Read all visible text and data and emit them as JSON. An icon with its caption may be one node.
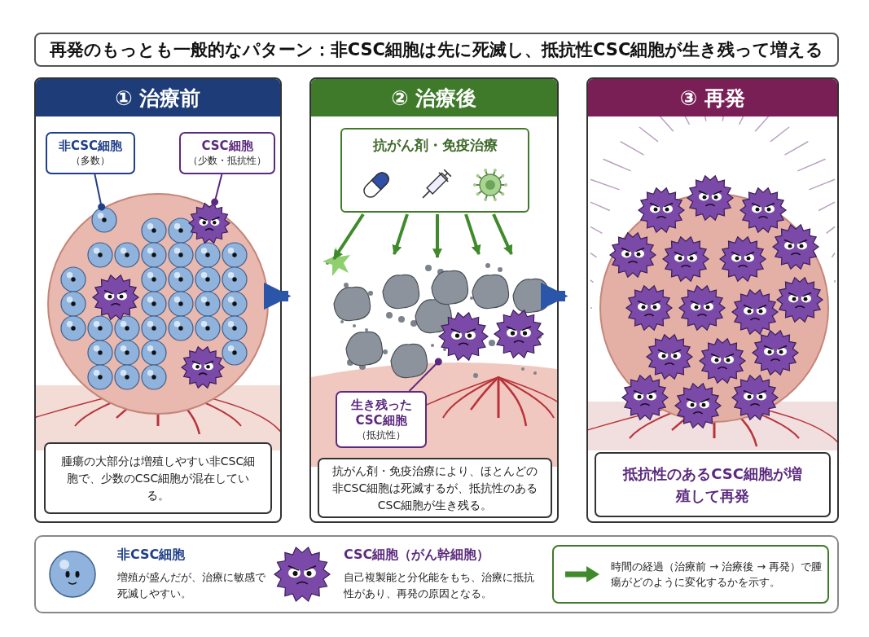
{
  "diagram": {
    "title": "再発のもっとも一般的なパターン：**非CSC細胞**は先に死滅し、**抵抗性CSC細胞**が生き残って増える",
    "nodes": [
      {
        "text": [
          "① 治療前"
        ]
      },
      {
        "text": [
          "非CSC細胞",
          "（多数）"
        ],
        "in": 0
      },
      {
        "text": [
          "CSC細胞",
          "（少数・抵抗性）"
        ],
        "in": 0
      },
      {
        "text": [],
        "shape": "picture",
        "in": 0
      },
      {
        "text": [],
        "shape": "picture",
        "in": 0
      },
      {
        "text": [
          "腫瘍の大部分は増殖しやすい非CSC細胞で、少数のCSC細胞が混在している。"
        ],
        "in": 0
      },
      {
        "text": [
          "② 治療後"
        ]
      },
      {
        "text": [
          "抗がん剤・免疫治療"
        ],
        "in": 6
      },
      {
        "text": [
          "生き残ったCSC細胞",
          "（抵抗性）"
        ],
        "in": 6
      },
      {
        "text": [],
        "shape": "picture",
        "in": 6
      },
      {
        "text": [
          "抗がん剤・免疫治療により、ほとんどの非CSC細胞は死滅するが、抵抗性のあるCSC細胞が生き残る。"
        ],
        "in": 6
      },
      {
        "text": [
          "③ 再発"
        ]
      },
      {
        "text": [
          "抵抗性のあるCSC細胞が増殖して再発"
        ],
        "in": 11
      }
    ],
    "edges": [
      {
        "from": 1,
        "to": 3,
        "arrow": "other",
        "color": "#1f3f8a"
      },
      {
        "from": 2,
        "to": 4,
        "arrow": "other",
        "color": "#5b2a7e"
      },
      {
        "from": 8,
        "to": 9,
        "arrow": "other",
        "color": "#5b2a7e"
      },
      {
        "from": 0,
        "to": 6,
        "arrow": "to",
        "style": "thick",
        "color": "#2a55a8"
      },
      {
        "from": 6,
        "to": 11,
        "arrow": "to",
        "style": "thick",
        "color": "#2a55a8"
      },
      {
        "from": 7,
        "to": null,
        "arrow": "to"
      },
      {
        "from": 7,
        "to": null,
        "arrow": "to"
      },
      {
        "from": 7,
        "to": null,
        "arrow": "to"
      },
      {
        "from": 7,
        "to": null,
        "arrow": "to"
      },
      {
        "from": 7,
        "to": null,
        "arrow": "to"
      }
    ],
    "labels": [
      "増殖が盛んだが、治療に敏感で死滅しやすい。",
      "自己複製能と分化能をもち、治療に抵抗性があり、再発の原因となる。"
    ],
    "legend": [
      {
        "text": "非CSC細胞"
      },
      {
        "text": "CSC細胞（がん幹細胞）"
      },
      {
        "text": "時間の経過（治療前 → 治療後 → 再発）で腫瘍がどのように変化するかを示す。"
      }
    ]
  }
}
